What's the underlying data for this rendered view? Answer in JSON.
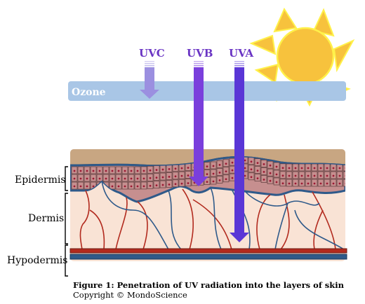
{
  "rays": {
    "uvc": {
      "label": "UVC",
      "color": "#9b8fe0"
    },
    "uvb": {
      "label": "UVB",
      "color": "#7a3fdc"
    },
    "uva": {
      "label": "UVA",
      "color": "#5a36d6"
    },
    "label_color": "#6a35c4"
  },
  "ozone": {
    "label": "Ozone",
    "color": "#a9c6e6"
  },
  "layers": {
    "epidermis": "Epidermis",
    "dermis": "Dermis",
    "hypodermis": "Hypodermis"
  },
  "colors": {
    "sun": "#f7c23d",
    "sun_outline": "#fff14a",
    "skin_surface": "#c8a682",
    "cells": "#c68f8f",
    "nuclei": "#9b1a33",
    "dermis": "#f9e3d5",
    "artery": "#b22a1e",
    "vein": "#2f5a8a"
  },
  "caption": {
    "title": "Figure 1: Penetration of UV radiation into the layers of skin",
    "copyright": "Copyright © MondoScience"
  }
}
